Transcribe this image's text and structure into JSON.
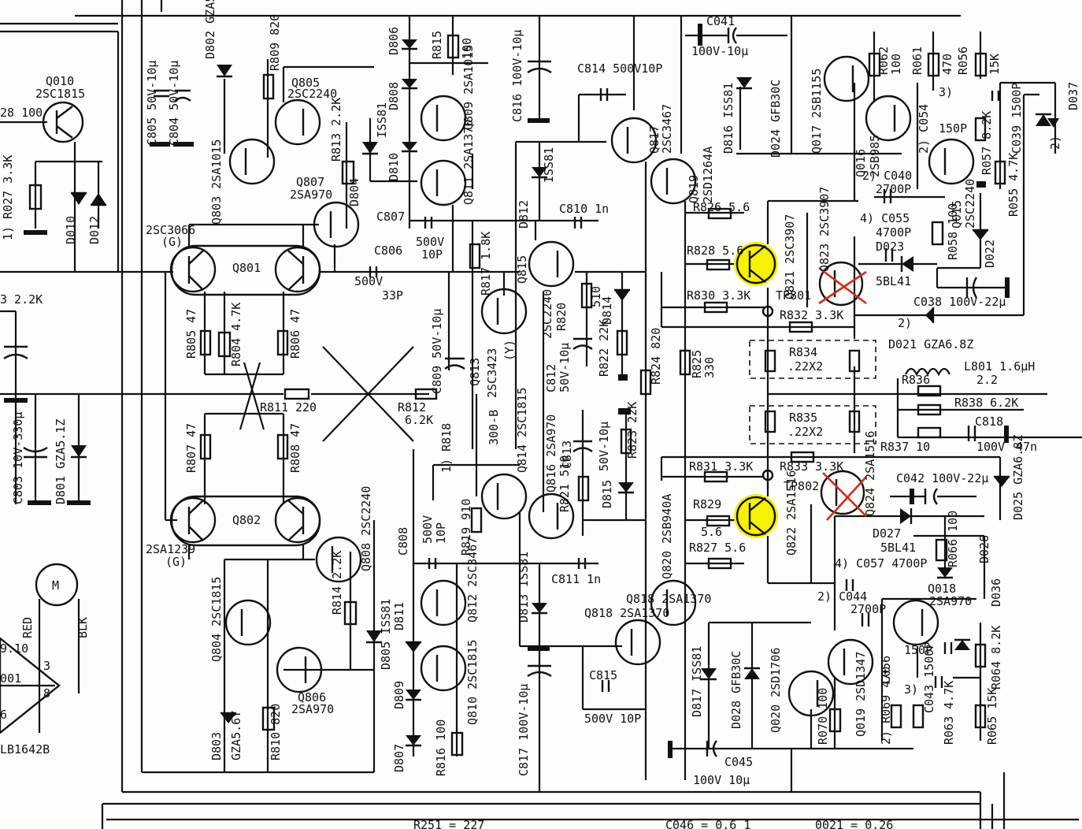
{
  "labels": {
    "Q010": "Q010",
    "Q010_part": "2SC1815",
    "R_28": "28 100",
    "R027": "1) R027 3.3K",
    "D010": "D010",
    "D012": "D012",
    "left_22k": "3 2.2K",
    "C803": "C803 10V-330μ",
    "D801": "D801 GZA5.1Z",
    "C805": "C805 50V-10μ",
    "C804": "C804 50V-10μ",
    "D802": "D802 GZA5.6Y",
    "R809": "R809 820",
    "Q805": "Q805",
    "Q805_part": "2SC2240",
    "Q803": "Q803 2SA1015",
    "R813": "R813 2.2K",
    "D804": "D804",
    "Q807": "Q807",
    "Q807_part": "2SA970",
    "Q801_part": "2SC3066",
    "Q801_g": "(G)",
    "Q801": "Q801",
    "R805": "R805 47",
    "R804": "R804 4.7K",
    "R806": "R806 47",
    "R811": "R811",
    "R811_val": "220",
    "R807": "R807 47",
    "R808": "R808 47",
    "Q802": "Q802",
    "Q802_part": "2SA1239",
    "Q802_g": "(G)",
    "Q808": "Q808 2SC2240",
    "R814": "R814 2.2K",
    "Q804": "Q804 2SC1815",
    "D803": "D803",
    "GZA56Y": "GZA5.6Y",
    "R810": "R810 820",
    "Q806": "Q806",
    "Q806_part": "2SA970",
    "D806": "D806",
    "R815": "R815",
    "R815_val": "100",
    "D808": "D808",
    "Q809": "Q809 2SA1015",
    "ISS81_a": "ISS81",
    "D810": "D810",
    "Q811": "Q811 2SA1370",
    "C807": "C807",
    "C807_val": "500V",
    "C807_10p": "10P",
    "C806": "C806",
    "C806_v": "500V",
    "C806_p": "33P",
    "C816": "C816 100V-10μ",
    "C814": "C814 500V10P",
    "D812": "D812",
    "ISS81_b": "ISS81",
    "C810": "C810 1n",
    "R817": "R817 1.8K",
    "Q815": "Q815",
    "Q815_part": "2SC2240",
    "Q813": "Q813",
    "Q813_part": "2SC3423",
    "Q813_y": "(Y)",
    "C809": "C809 50V-10μ",
    "R812": "R812",
    "R812_val": "6.2K",
    "C812": "C812",
    "C812_val": "50V-10μ",
    "R820": "R820",
    "R820_val": "510",
    "D814": "D814",
    "R822": "R822 22K",
    "R824": "R824 820",
    "Q817": "Q817",
    "Q817_part": "2SC3467",
    "Q819": "Q819",
    "Q819_part": "2SD1264A",
    "D816": "D816 ISS81",
    "C041": "C041",
    "C041_val": "100V-10μ",
    "D024": "D024 GFB30C",
    "Q017": "Q017 2SB1155",
    "R062": "R062",
    "R062_val": "100",
    "R061": "R061",
    "R061_val": "470",
    "R056": "R056",
    "R056_val": "15K",
    "Q016": "Q016",
    "Q016_part": "2SB985",
    "C054": "2) C054",
    "C039": "C039 1500P",
    "D037": "D037",
    "n3": "3)",
    "n2a": "2)",
    "p150": "150P",
    "R057": "R057 8.2K",
    "C040": "2) C040",
    "C040_val": "2700P",
    "Q015": "Q015",
    "Q015_part": "2SC2240",
    "R055": "R055 4.7K",
    "C055": "4) C055",
    "C055_val": "4700P",
    "D023": "D023",
    "R058": "R058 100",
    "D022": "D022",
    "R826": "R826 5.6",
    "R828": "R828 5.6",
    "Q821": "Q821 2SC3907",
    "Q823": "Q823 2SC3907",
    "BL41a": "5BL41",
    "C038": "C038 100V-22μ",
    "R830": "R830 3.3K",
    "TP801": "TP801",
    "R832": "R832 3.3K",
    "D021": "D021 GZA6.8Z",
    "n2b": "2)",
    "R834": "R834",
    "R834_val": ".22X2",
    "R825": "R825",
    "R825_val": "330",
    "L801": "L801 1.6μH",
    "R836": "R836",
    "R836_val": "2.2",
    "R838": "R838 6.2K",
    "R835": "R835",
    "R835_val": ".22X2",
    "C818": "C818",
    "R837": "R837 10",
    "C818_v": "100V",
    "C818_n": "47n",
    "R818": "1) R818",
    "VR300": "300-B",
    "Q814": "Q814 2SC1815",
    "Q816": "Q816 2SA970",
    "C813": "C813",
    "C813_val": "50V-10μ",
    "R821": "R821 510",
    "R823": "R823 22K",
    "D815": "D815",
    "R831": "R831 3.3K",
    "R833": "R833 3.3K",
    "TP802": "TP802",
    "Q824": "Q824 2SA1516",
    "C042": "C042 100V-22μ",
    "D025": "D025 GZA6.8Z",
    "R829": "R829",
    "R829_val": "5.6",
    "Q822": "Q822 2SA1516",
    "Q820": "Q820 2SB940A",
    "R827": "R827 5.6",
    "D027": "D027",
    "BL41b": "5BL41",
    "R066": "R066 100",
    "D026": "D026",
    "C057": "4) C057 4700P",
    "C044": "2) C044",
    "C044_val": "2700P",
    "Q018": "Q018",
    "Q018_part": "2SA970",
    "D036": "D036",
    "R064": "R064 8.2K",
    "C808": "C808",
    "C808_val": "500V",
    "C808_10p": "10P",
    "R819": "R819 910",
    "D813": "D813 ISS81",
    "C811": "C811 1n",
    "Q812": "Q812 2SC3467",
    "Q818": "Q818 2SA1370",
    "D805": "D805 ISS81",
    "D811": "D811",
    "D809": "D809",
    "Q810": "Q810 2SC1815",
    "D807": "D807",
    "R816": "R816 100",
    "C817": "C817 100V-10μ",
    "C815": "C815",
    "C815_val": "500V 10P",
    "D817": "D817 ISS81",
    "D028": "D028 GFB30C",
    "Q020": "Q020 2SD1706",
    "R070": "R070 100",
    "Q019": "Q019 2SD1347",
    "R069": "2) R069 470",
    "C056": "C056",
    "C043": "C043 1500P",
    "R063": "R063 4.7K",
    "R065": "R065 15K",
    "p150b": "150P",
    "n3b": "3)",
    "C045": "C045",
    "C045_val": "100V 10μ",
    "RED": "RED",
    "BLK": "BLK",
    "M": "M",
    "num910": "9.10",
    "num001": "001",
    "pin3": "3",
    "pin8": "8",
    "num6": "6",
    "LB1642B": "LB1642B",
    "bottom_a": "R251 = 227",
    "bottom_b": "C046 = 0.6 1",
    "bottom_c": "0021 = 0.26"
  }
}
